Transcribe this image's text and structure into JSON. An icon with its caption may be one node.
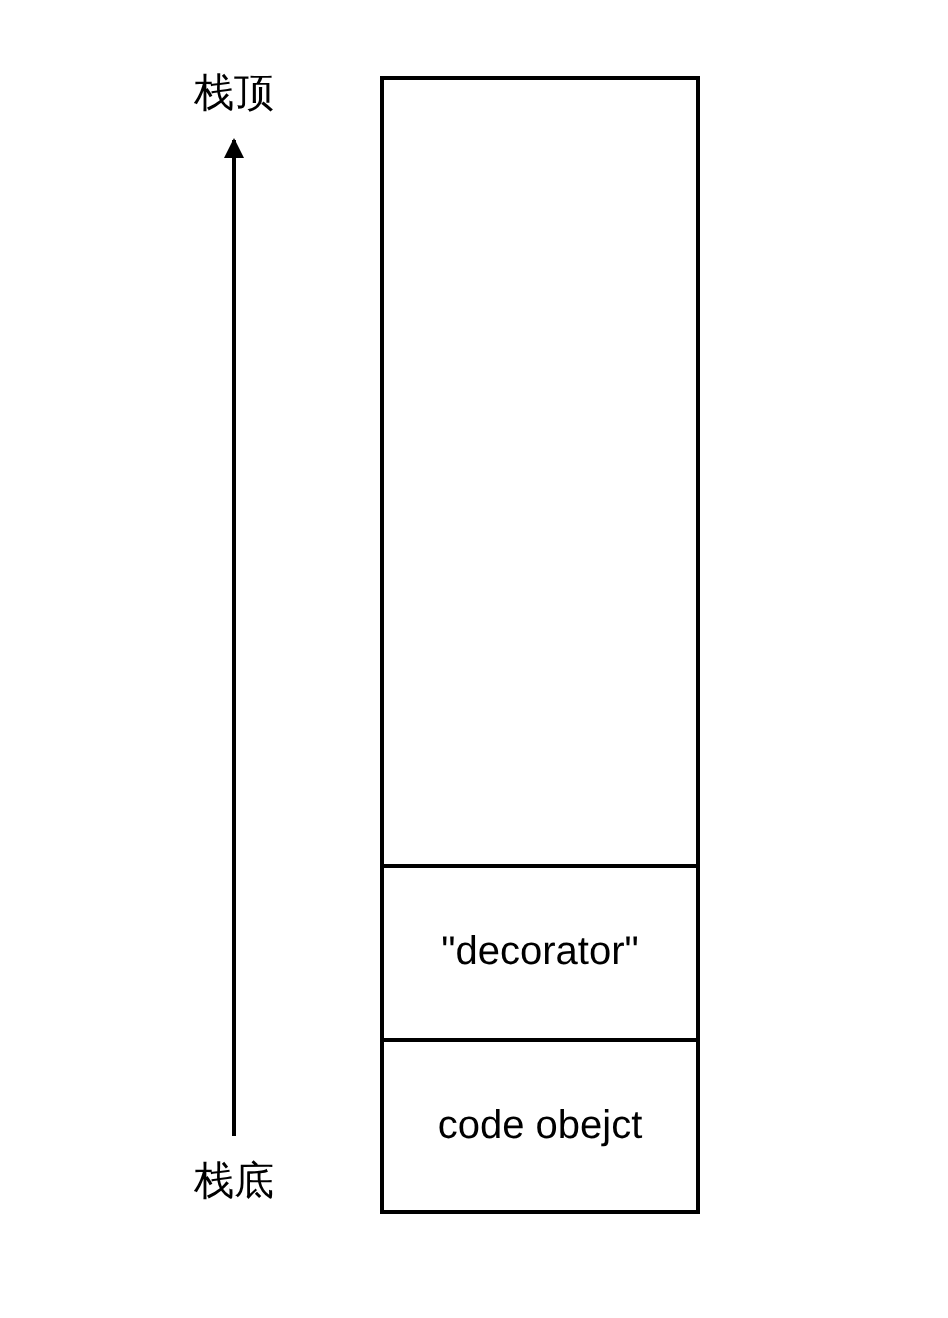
{
  "diagram": {
    "nodes": [
      {
        "text": [
          "栈顶"
        ]
      },
      {
        "text": [],
        "shape": "box"
      },
      {
        "text": [
          "\"decorator\""
        ]
      },
      {
        "text": [
          "code obejct"
        ]
      },
      {
        "text": [
          "栈底"
        ]
      }
    ],
    "edges": [
      {
        "from": 4,
        "to": 0,
        "arrow": "to"
      }
    ]
  }
}
